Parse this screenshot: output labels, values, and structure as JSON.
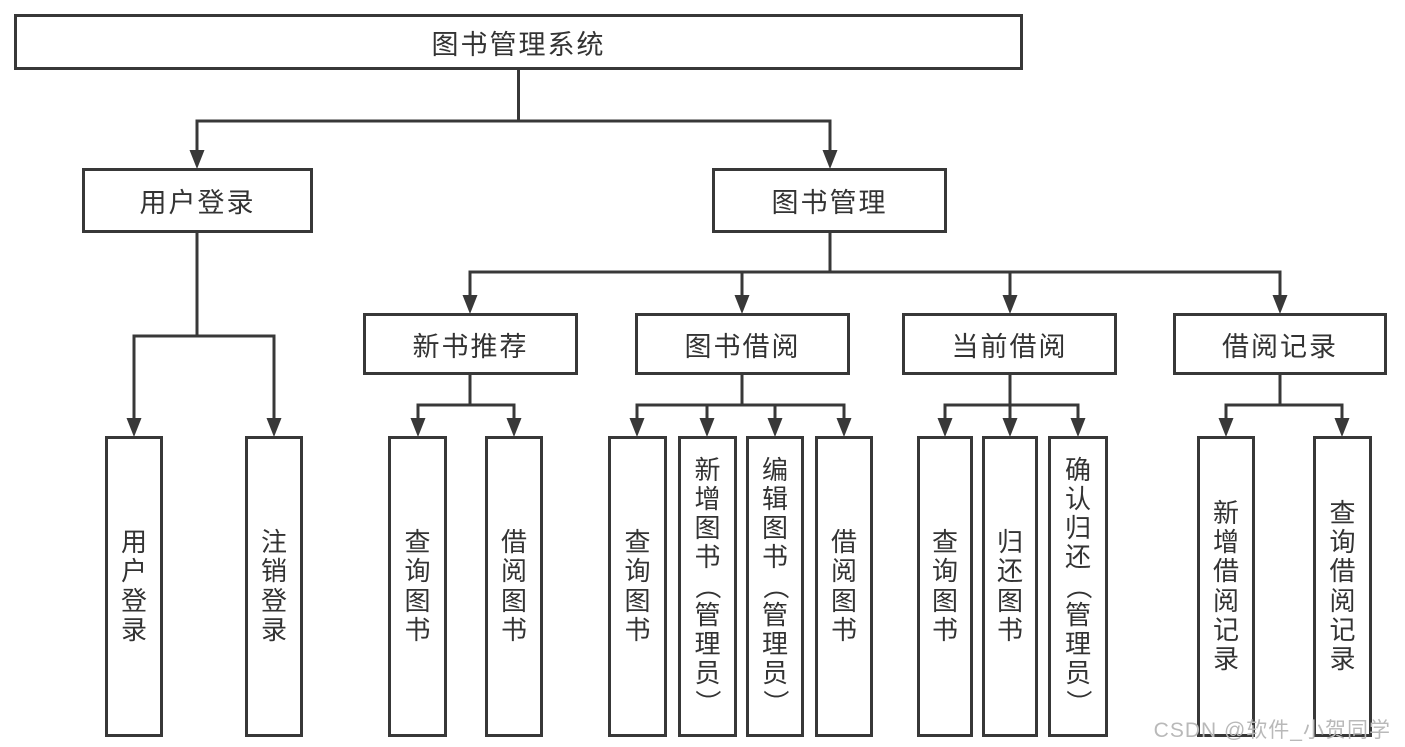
{
  "colors": {
    "line": "#383838",
    "text": "#333333",
    "background": "#ffffff",
    "watermark": "#b9b9b9"
  },
  "watermark": {
    "text": "CSDN @软件_小贺同学"
  },
  "tree": {
    "root": {
      "label": "图书管理系统"
    },
    "branches": [
      {
        "label": "用户登录",
        "children": [
          {
            "label": "用户登录"
          },
          {
            "label": "注销登录"
          }
        ]
      },
      {
        "label": "图书管理",
        "children": [
          {
            "label": "新书推荐",
            "children": [
              {
                "label": "查询图书"
              },
              {
                "label": "借阅图书"
              }
            ]
          },
          {
            "label": "图书借阅",
            "children": [
              {
                "label": "查询图书"
              },
              {
                "label": "新增图书（管理员）"
              },
              {
                "label": "编辑图书（管理员）"
              },
              {
                "label": "借阅图书"
              }
            ]
          },
          {
            "label": "当前借阅",
            "children": [
              {
                "label": "查询图书"
              },
              {
                "label": "归还图书"
              },
              {
                "label": "确认归还（管理员）"
              }
            ]
          },
          {
            "label": "借阅记录",
            "children": [
              {
                "label": "新增借阅记录"
              },
              {
                "label": "查询借阅记录"
              }
            ]
          }
        ]
      }
    ]
  }
}
